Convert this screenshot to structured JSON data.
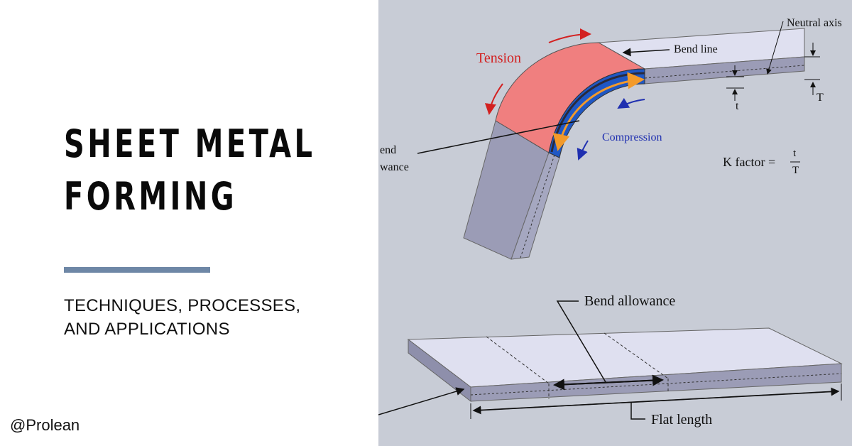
{
  "left": {
    "title_lines": [
      "SHEET METAL",
      "FORMING"
    ],
    "subtitle_lines": [
      "TECHNIQUES, PROCESSES,",
      "AND APPLICATIONS"
    ],
    "credit": "@Prolean",
    "accent_color": "#6e87a6"
  },
  "diagram": {
    "labels": {
      "neutral_axis": "Neutral axis",
      "bend_line": "Bend line",
      "tension": "Tension",
      "compression": "Compression",
      "bend_allowance_partial_1": "end",
      "bend_allowance_partial_2": "wance",
      "t": "t",
      "T": "T",
      "k_factor": "K factor =",
      "k_num": "t",
      "k_den": "T",
      "bend_allowance": "Bend allowance",
      "flat_length": "Flat length"
    },
    "colors": {
      "background": "#c8ccd6",
      "metal_top": "#dfe0f0",
      "metal_side": "#9b9cb6",
      "tension": "#f07f7f",
      "compression": "#1f57c4",
      "tension_text": "#d32020",
      "compression_text": "#1f2fb0",
      "arrow_orange": "#f39a2a"
    }
  }
}
